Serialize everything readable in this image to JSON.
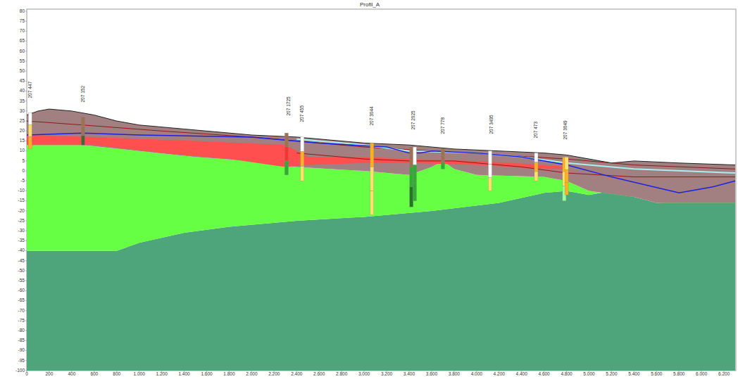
{
  "diagram": {
    "title": "Profil_A",
    "labels": [
      "80",
      "75",
      "70",
      "65",
      "60",
      "55",
      "50",
      "45",
      "40",
      "35",
      "30",
      "25",
      "20",
      "15",
      "10",
      "5",
      "0",
      "-5",
      "-10",
      "-15",
      "-20",
      "-25",
      "-30",
      "-35",
      "-40",
      "-45",
      "-50",
      "-55",
      "-60",
      "-65",
      "-70",
      "-75",
      "-80",
      "-85",
      "-90",
      "-95",
      "-100",
      "0",
      "200",
      "400",
      "600",
      "800",
      "1.000",
      "1.200",
      "1.400",
      "1.600",
      "1.800",
      "2.000",
      "2.200",
      "2.400",
      "2.600",
      "2.800",
      "3.000",
      "3.200",
      "3.400",
      "3.600",
      "3.800",
      "4.000",
      "4.200",
      "4.400",
      "4.600",
      "4.800",
      "5.000",
      "5.200",
      "5.400",
      "5.600",
      "5.800",
      "6.000",
      "6.200",
      "207 447",
      "207 152",
      "207 1725",
      "207 455",
      "207 3044",
      "207 2025",
      "207 778",
      "207 3495",
      "207 473",
      "207 3049"
    ]
  }
}
